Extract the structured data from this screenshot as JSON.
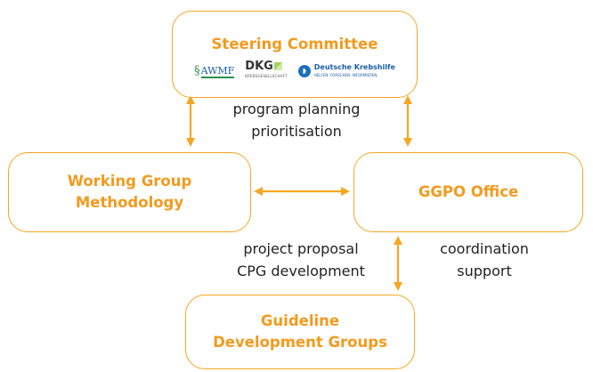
{
  "steering_committee": {
    "title": "Steering Committee",
    "logos": {
      "awmf": "AWMF",
      "dkg": "DKG",
      "dkg_sub": "KREBSGESELLSCHAFT",
      "deutsche_krebshilfe": "Deutsche Krebshilfe",
      "deutsche_krebshilfe_sub": "HELFEN. FORSCHEN. INFORMIEREN."
    }
  },
  "working_group": {
    "line1": "Working Group",
    "line2": "Methodology"
  },
  "ggpo_office": {
    "title": "GGPO Office"
  },
  "guideline_groups": {
    "line1": "Guideline",
    "line2": "Development Groups"
  },
  "labels": {
    "top_line1": "program planning",
    "top_line2": "prioritisation",
    "bottom_left_line1": "project proposal",
    "bottom_left_line2": "CPG development",
    "bottom_right_line1": "coordination",
    "bottom_right_line2": "support"
  },
  "colors": {
    "accent": "#f39a1e",
    "border": "#f5a623",
    "text": "#222222"
  }
}
